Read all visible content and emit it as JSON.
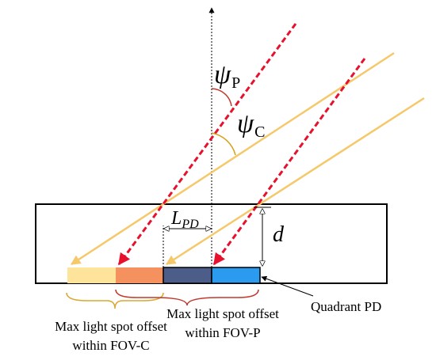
{
  "labels": {
    "psi_p": "ψ",
    "psi_p_sub": "P",
    "psi_c": "ψ",
    "psi_c_sub": "C",
    "lpd": "L",
    "lpd_sub": "PD",
    "d": "d",
    "quadrant_pd": "Quadrant PD",
    "fov_c_line1": "Max light spot offset",
    "fov_c_line2": "within FOV-C",
    "fov_p_line1": "Max light spot offset",
    "fov_p_line2": "within FOV-P"
  },
  "colors": {
    "yellow_ray": "#f5c86a",
    "red_ray": "#e8112d",
    "spot_c": "#fde49a",
    "spot_p": "#f4915f",
    "pd_left": "#4b5d88",
    "pd_right": "#2b9bef",
    "arc_p": "#c0392b",
    "arc_c": "#d4a017",
    "brace_c": "#d9a830",
    "brace_p": "#c0392b"
  }
}
